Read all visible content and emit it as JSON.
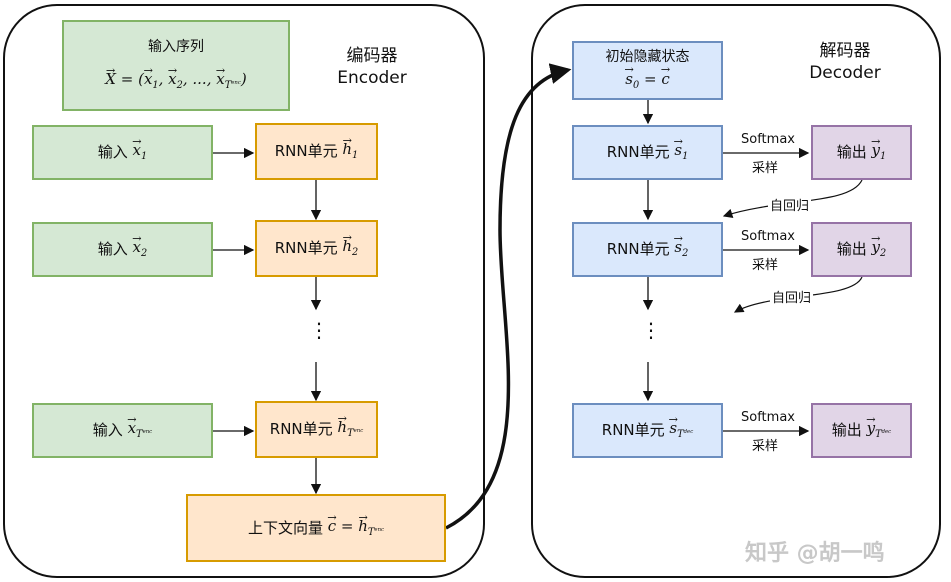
{
  "encoder": {
    "title_cn": "编码器",
    "title_en": "Encoder",
    "input_seq_label": "输入序列",
    "input_seq_formula": "X⃗ = (x⃗1, x⃗2, ..., x⃗T^enc)",
    "inputs": [
      "输入 x⃗1",
      "输入 x⃗2",
      "输入 x⃗T^enc"
    ],
    "rnn_cells": [
      "RNN单元 h⃗1",
      "RNN单元 h⃗2",
      "RNN单元 h⃗T^enc"
    ],
    "ellipsis": "⋮",
    "context": "上下文向量 c⃗ = h⃗T^enc"
  },
  "decoder": {
    "title_cn": "解码器",
    "title_en": "Decoder",
    "init_label": "初始隐藏状态",
    "init_formula": "s⃗0 = c⃗",
    "rnn_cells": [
      "RNN单元 s⃗1",
      "RNN单元 s⃗2",
      "RNN单元 s⃗T^dec"
    ],
    "outputs": [
      "输出 y⃗1",
      "输出 y⃗2",
      "输出 y⃗T^dec"
    ],
    "softmax": "Softmax",
    "sample": "采样",
    "autoregressive": "自回归",
    "ellipsis": "⋮"
  },
  "watermark": "知乎 @胡一鸣"
}
